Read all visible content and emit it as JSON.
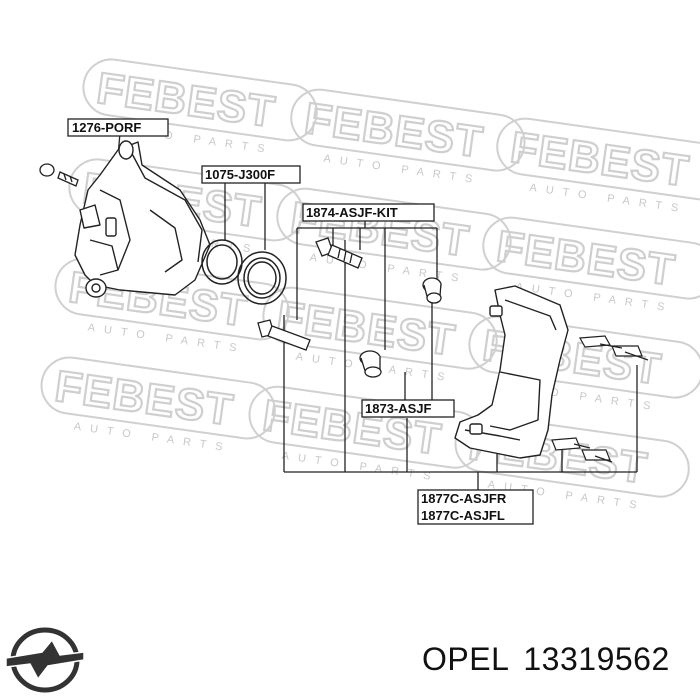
{
  "watermark": {
    "brand": "FEBEST",
    "sub": "AUTO PARTS"
  },
  "labels": {
    "caliper": "1276-PORF",
    "seal_kit": "1075-J300F",
    "guide_kit": "1874-ASJF-KIT",
    "boot": "1873-ASJF",
    "bracket_right": "1877C-ASJFR",
    "bracket_left": "1877C-ASJFL"
  },
  "footer": {
    "brand": "OPEL",
    "part_number": "13319562"
  },
  "logo": {
    "name": "opel-logo"
  }
}
